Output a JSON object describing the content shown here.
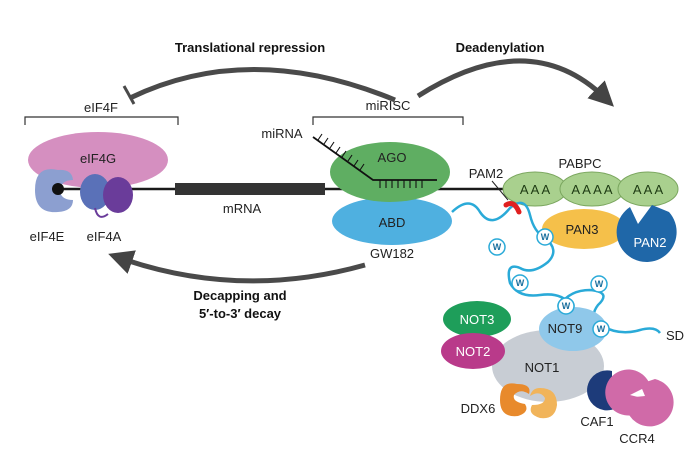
{
  "arrows": {
    "translational_repression": "Translational repression",
    "deadenylation": "Deadenylation",
    "decapping_line1": "Decapping and",
    "decapping_line2": "5′-to-3′ decay"
  },
  "brackets": {
    "eif4f": "eIF4F",
    "mirisc": "miRISC"
  },
  "labels": {
    "eif4g": "eIF4G",
    "eif4e": "eIF4E",
    "eif4a": "eIF4A",
    "mrna": "mRNA",
    "mirna": "miRNA",
    "ago": "AGO",
    "abd": "ABD",
    "gw182": "GW182",
    "pam2": "PAM2",
    "pabpc": "PABPC",
    "pan3": "PAN3",
    "pan2": "PAN2",
    "not3": "NOT3",
    "not2": "NOT2",
    "not1": "NOT1",
    "not9": "NOT9",
    "ddx6": "DDX6",
    "caf1": "CAF1",
    "ccr4": "CCR4",
    "sd": "SD",
    "w": "W"
  },
  "poly_a": [
    "A A A",
    "A A A A",
    "A A A"
  ],
  "colors": {
    "eif4g": "#d58fc0",
    "eif4e": "#8c9fd0",
    "eif4a_left": "#5a71b8",
    "eif4a_right": "#6a3c9a",
    "ago": "#5fae62",
    "abd": "#4fb0e0",
    "pabpc": "#a9d08e",
    "pan3": "#f5c04a",
    "pan2": "#1f67a8",
    "not1": "#c8cdd4",
    "not3": "#1e9e5a",
    "not2": "#b93a8a",
    "not9": "#8fc8ea",
    "ddx6": "#e88a2c",
    "caf1": "#1d3b7a",
    "ccr4": "#d06aa8",
    "linker": "#2aaad8",
    "pam2_mark": "#e02020"
  }
}
